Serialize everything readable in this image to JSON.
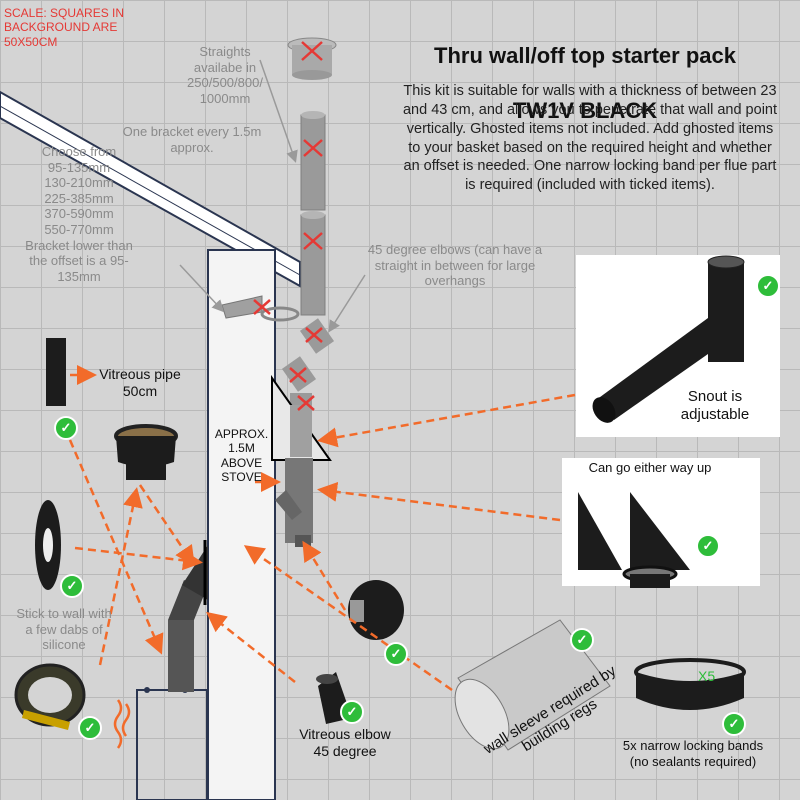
{
  "title": {
    "line1": "Thru wall/off top starter pack",
    "line2": "TW1V BLACK"
  },
  "scale_note": "SCALE: SQUARES IN BACKGROUND ARE 50X50CM",
  "description": "This kit is suitable for walls with a thickness of between 23 and 43 cm, and allows you to penetrate that wall and point vertically. Ghosted items not included. Add ghosted items to your basket based on the required height and whether an offset is needed. One narrow locking band per flue part is required (included with ticked items).",
  "labels": {
    "straights": "Straights\navailabe in\n250/500/800/\n1000mm",
    "bracket": "One bracket every 1.5m\napprox.",
    "choose": "Choose from\n95-135mm\n130-210mm\n225-385mm\n370-590mm\n550-770mm\nBracket lower than\nthe offset is a 95-\n135mm",
    "elbows45": "45 degree elbows (can have a\nstraight in between for large\noverhangs",
    "vitreous_pipe": "Vitreous pipe\n50cm",
    "approx": "APPROX.\n1.5M\nABOVE\nSTOVE",
    "snout": "Snout is\nadjustable",
    "either_way": "Can go either way up",
    "stick": "Stick to wall with\na few dabs of\nsilicone",
    "vitreous_elbow": "Vitreous elbow\n45 degree",
    "sleeve": "wall sleeve required by\nbuilding regs",
    "bands": "5x narrow locking bands\n(no sealants required)",
    "x5": "X5"
  },
  "tick_mark": "✓",
  "colors": {
    "arrow": "#f26b2a",
    "cross": "#e53935",
    "tick": "#2ebd3a",
    "pipe": "#1c1c1c",
    "ghost": "#9a9a9a"
  }
}
